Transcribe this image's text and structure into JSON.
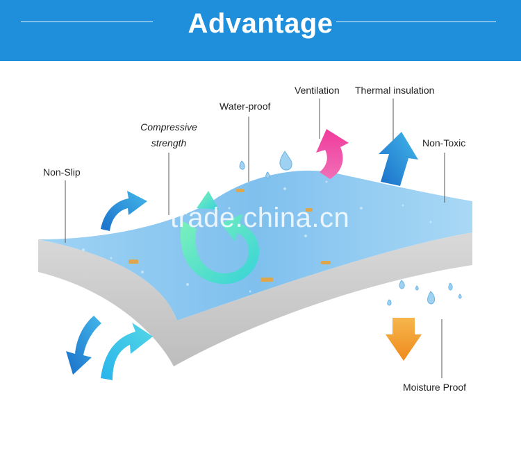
{
  "banner": {
    "title": "Advantage",
    "color": "#1f8fdc"
  },
  "features": {
    "non_slip": "Non-Slip",
    "compressive_line1": "Compressive",
    "compressive_line2": "strength",
    "water_proof": "Water-proof",
    "ventilation": "Ventilation",
    "thermal": "Thermal insulation",
    "non_toxic": "Non-Toxic",
    "moisture": "Moisture Proof"
  },
  "watermark": "trade.china.cn",
  "icons": {
    "non_slip": "bidirectional-curved-arrows-icon",
    "compressive": "circular-arrow-icon",
    "water_proof": "water-droplets-icon",
    "ventilation": "up-curved-arrow-icon",
    "thermal": "up-arrow-icon",
    "moisture": "down-arrow-icon"
  },
  "colors": {
    "mat_top": "#8ec9ef",
    "mat_side": "#c8c8c8",
    "arrow_blue": "#2b9ae0",
    "arrow_cyan": "#41cfe0",
    "arrow_pink": "#f05ab0",
    "arrow_orange": "#f39a2a"
  }
}
